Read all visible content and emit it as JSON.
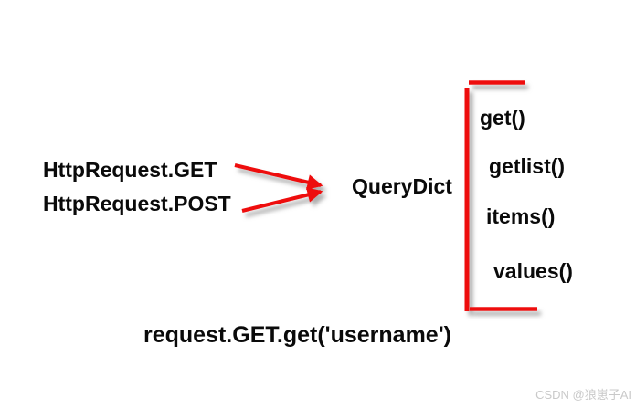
{
  "colors": {
    "accent_red": "#ee0f0f",
    "shadow_gray": "#8a8a8a",
    "text": "#0a0a0a",
    "watermark_gray": "#c9c9c9",
    "background": "#ffffff"
  },
  "diagram": {
    "sources": [
      {
        "label": "HttpRequest.GET"
      },
      {
        "label": "HttpRequest.POST"
      }
    ],
    "target": "QueryDict",
    "methods": [
      "get()",
      "getlist()",
      "items()",
      "values()"
    ],
    "example_code": "request.GET.get('username')"
  },
  "watermark": {
    "text": "CSDN @狼崽子AI"
  }
}
